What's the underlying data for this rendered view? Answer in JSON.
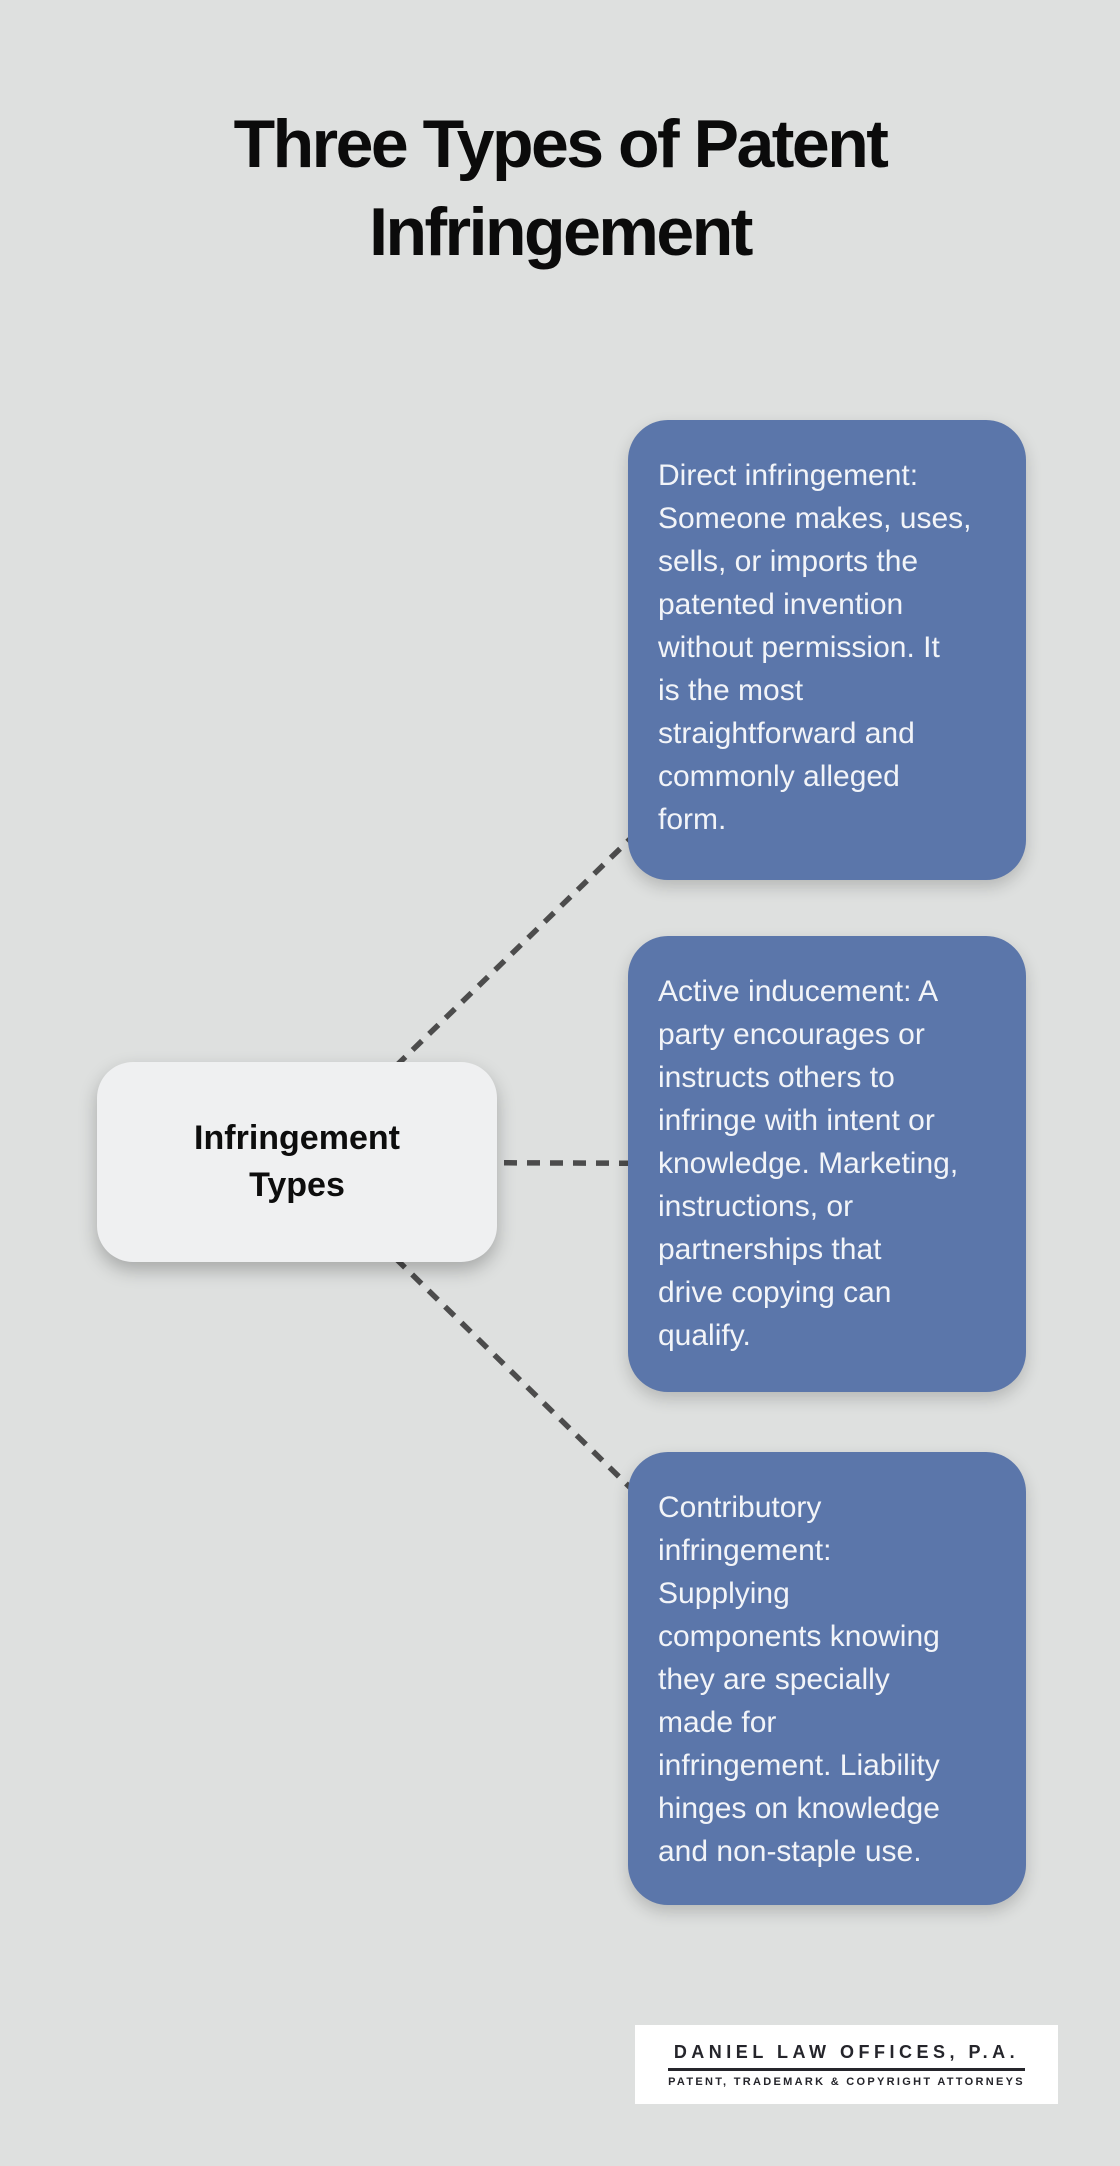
{
  "title": {
    "text": "Three Types of Patent\nInfringement"
  },
  "center_node": {
    "label": "Infringement\nTypes"
  },
  "branches": [
    {
      "id": "direct-infringement",
      "text": "Direct infringement:\nSomeone makes, uses,\nsells, or imports the\npatented invention\nwithout permission. It\nis the most\nstraightforward and\ncommonly alleged\nform."
    },
    {
      "id": "active-inducement",
      "text": "Active inducement: A\nparty encourages or\ninstructs others to\ninfringe with intent or\nknowledge. Marketing,\ninstructions, or\npartnerships that\ndrive copying can\nqualify."
    },
    {
      "id": "contributory-infringement",
      "text": "Contributory\ninfringement:\nSupplying\ncomponents knowing\nthey are specially\nmade for\ninfringement. Liability\nhinges on knowledge\nand non-staple use."
    }
  ],
  "footer_logo": {
    "name": "DANIEL LAW OFFICES, P.A.",
    "tagline": "PATENT, TRADEMARK & COPYRIGHT ATTORNEYS"
  },
  "colors": {
    "background": "#dee0df",
    "box_fill": "#5b76aa",
    "box_text": "#f2f4f8",
    "node_fill": "#eff0f1",
    "node_text": "#0d0d0d",
    "connector": "#4c4c4c",
    "title_text": "#0b0b0b",
    "logo_text": "#25252b",
    "logo_bg": "#ffffff"
  }
}
